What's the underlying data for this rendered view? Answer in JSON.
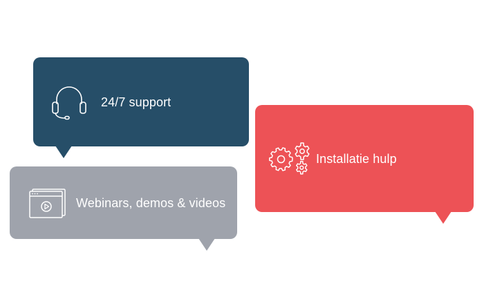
{
  "bubbles": {
    "support": {
      "label": "24/7 support",
      "icon": "headset-icon",
      "color": "#264e68"
    },
    "webinars": {
      "label": "Webinars, demos & videos",
      "icon": "video-player-icon",
      "color": "#9fa3ac"
    },
    "install": {
      "label": "Installatie hulp",
      "icon": "gears-icon",
      "color": "#ed5256"
    }
  }
}
